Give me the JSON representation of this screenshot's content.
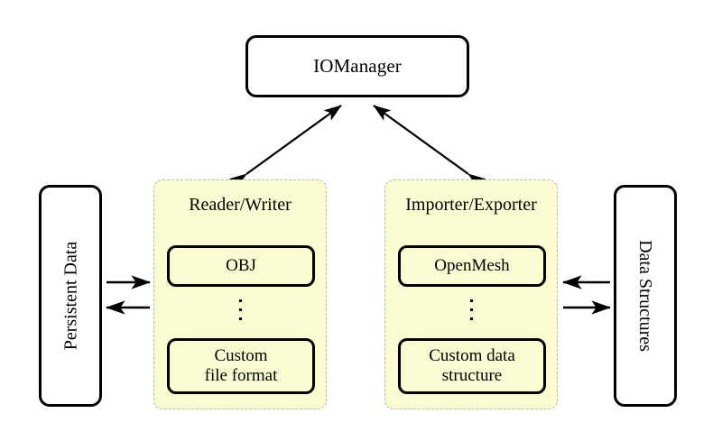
{
  "diagram": {
    "title_node": {
      "label": "IOManager"
    },
    "left_endpoint": {
      "label": "Persistent Data"
    },
    "right_endpoint": {
      "label": "Data Structures"
    },
    "groups": [
      {
        "title": "Reader/Writer",
        "items": [
          {
            "label": "OBJ"
          },
          {
            "label": "Custom\nfile format",
            "line1": "Custom",
            "line2": "file format"
          }
        ],
        "ellipsis": "⋮"
      },
      {
        "title": "Importer/Exporter",
        "items": [
          {
            "label": "OpenMesh"
          },
          {
            "label": "Custom data\nstructure",
            "line1": "Custom data",
            "line2": "structure"
          }
        ],
        "ellipsis": "⋮"
      }
    ],
    "connections": [
      {
        "name": "iomanager-to-reader-writer",
        "style": "double-headed",
        "from": "IOManager",
        "to": "Reader/Writer"
      },
      {
        "name": "iomanager-to-importer-exporter",
        "style": "double-headed",
        "from": "IOManager",
        "to": "Importer/Exporter"
      },
      {
        "name": "persistent-data-to-reader-writer",
        "style": "single-headed",
        "from": "Persistent Data",
        "to": "Reader/Writer"
      },
      {
        "name": "reader-writer-to-persistent-data",
        "style": "single-headed",
        "from": "Reader/Writer",
        "to": "Persistent Data"
      },
      {
        "name": "data-structures-to-importer-exporter",
        "style": "single-headed",
        "from": "Data Structures",
        "to": "Importer/Exporter"
      },
      {
        "name": "importer-exporter-to-data-structures",
        "style": "single-headed",
        "from": "Importer/Exporter",
        "to": "Data Structures"
      }
    ],
    "colors": {
      "background": "#ffffff",
      "group_fill": "#fbfbd2",
      "group_border": "#b9b9ac",
      "stroke": "#000000"
    }
  }
}
